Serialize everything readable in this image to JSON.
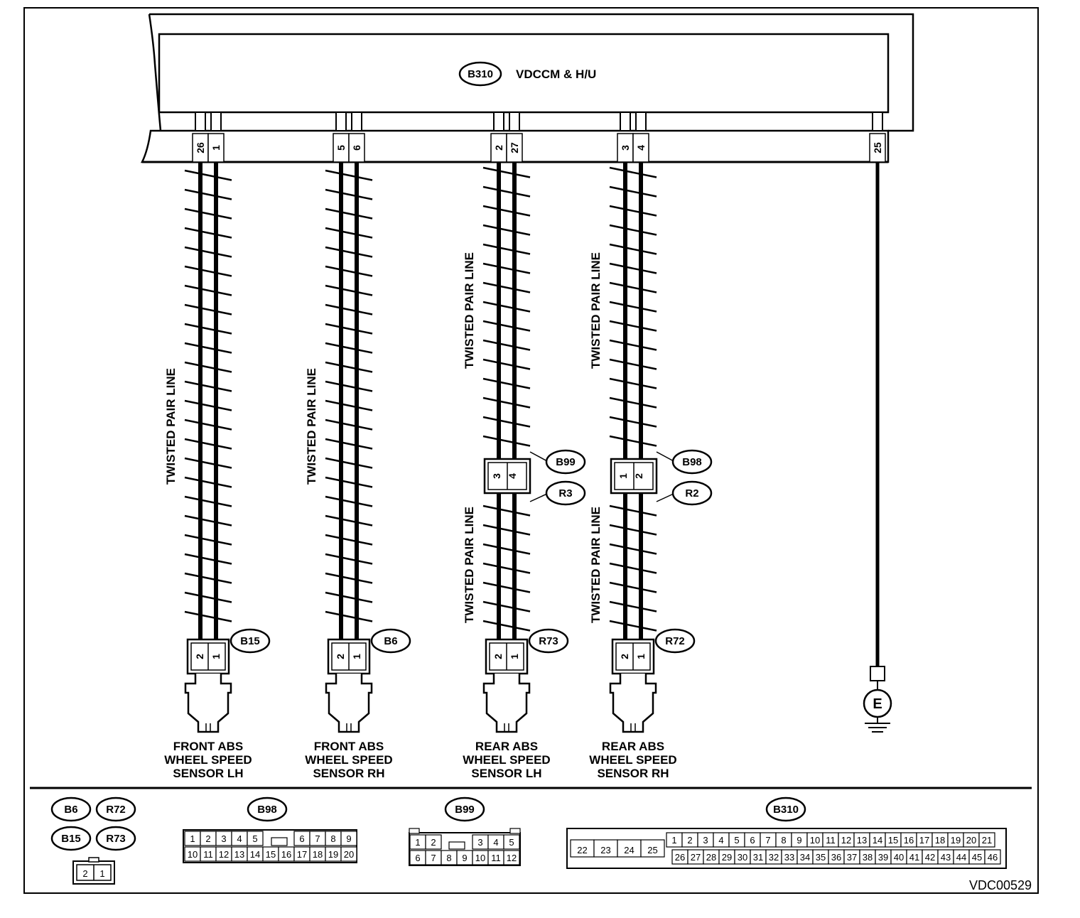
{
  "diagram_id": "VDC00529",
  "module": {
    "connector": "B310",
    "title": "VDCCM & H/U"
  },
  "module_pins": [
    "26",
    "1",
    "5",
    "6",
    "2",
    "27",
    "3",
    "4",
    "25"
  ],
  "twisted_label": "TWISTED PAIR LINE",
  "ground_symbol": "E",
  "branches": [
    {
      "sensor_connector": "B15",
      "sensor_pins": [
        "2",
        "1"
      ],
      "sensor_name": [
        "FRONT ABS",
        "WHEEL SPEED",
        "SENSOR LH"
      ]
    },
    {
      "sensor_connector": "B6",
      "sensor_pins": [
        "2",
        "1"
      ],
      "sensor_name": [
        "FRONT ABS",
        "WHEEL SPEED",
        "SENSOR RH"
      ]
    },
    {
      "sensor_connector": "R73",
      "sensor_pins": [
        "2",
        "1"
      ],
      "sensor_name": [
        "REAR ABS",
        "WHEEL SPEED",
        "SENSOR LH"
      ],
      "junction": {
        "upper": "B99",
        "lower": "R3",
        "pins": [
          "3",
          "4"
        ]
      }
    },
    {
      "sensor_connector": "R72",
      "sensor_pins": [
        "2",
        "1"
      ],
      "sensor_name": [
        "REAR ABS",
        "WHEEL SPEED",
        "SENSOR RH"
      ],
      "junction": {
        "upper": "B98",
        "lower": "R2",
        "pins": [
          "1",
          "2"
        ]
      }
    }
  ],
  "legend": {
    "small_connectors": [
      "B6",
      "R72",
      "B15",
      "R73"
    ],
    "small_pins": [
      "2",
      "1"
    ],
    "b98": {
      "label": "B98",
      "row1": [
        "1",
        "2",
        "3",
        "4",
        "5",
        "6",
        "7",
        "8",
        "9"
      ],
      "row2": [
        "10",
        "11",
        "12",
        "13",
        "14",
        "15",
        "16",
        "17",
        "18",
        "19",
        "20"
      ]
    },
    "b99": {
      "label": "B99",
      "row1": [
        "1",
        "2",
        "3",
        "4",
        "5"
      ],
      "row2": [
        "6",
        "7",
        "8",
        "9",
        "10",
        "11",
        "12"
      ]
    },
    "b310": {
      "label": "B310",
      "left": [
        "22",
        "23",
        "24",
        "25"
      ],
      "row1": [
        "1",
        "2",
        "3",
        "4",
        "5",
        "6",
        "7",
        "8",
        "9",
        "10",
        "11",
        "12",
        "13",
        "14",
        "15",
        "16",
        "17",
        "18",
        "19",
        "20",
        "21"
      ],
      "row2": [
        "26",
        "27",
        "28",
        "29",
        "30",
        "31",
        "32",
        "33",
        "34",
        "35",
        "36",
        "37",
        "38",
        "39",
        "40",
        "41",
        "42",
        "43",
        "44",
        "45",
        "46"
      ]
    }
  }
}
